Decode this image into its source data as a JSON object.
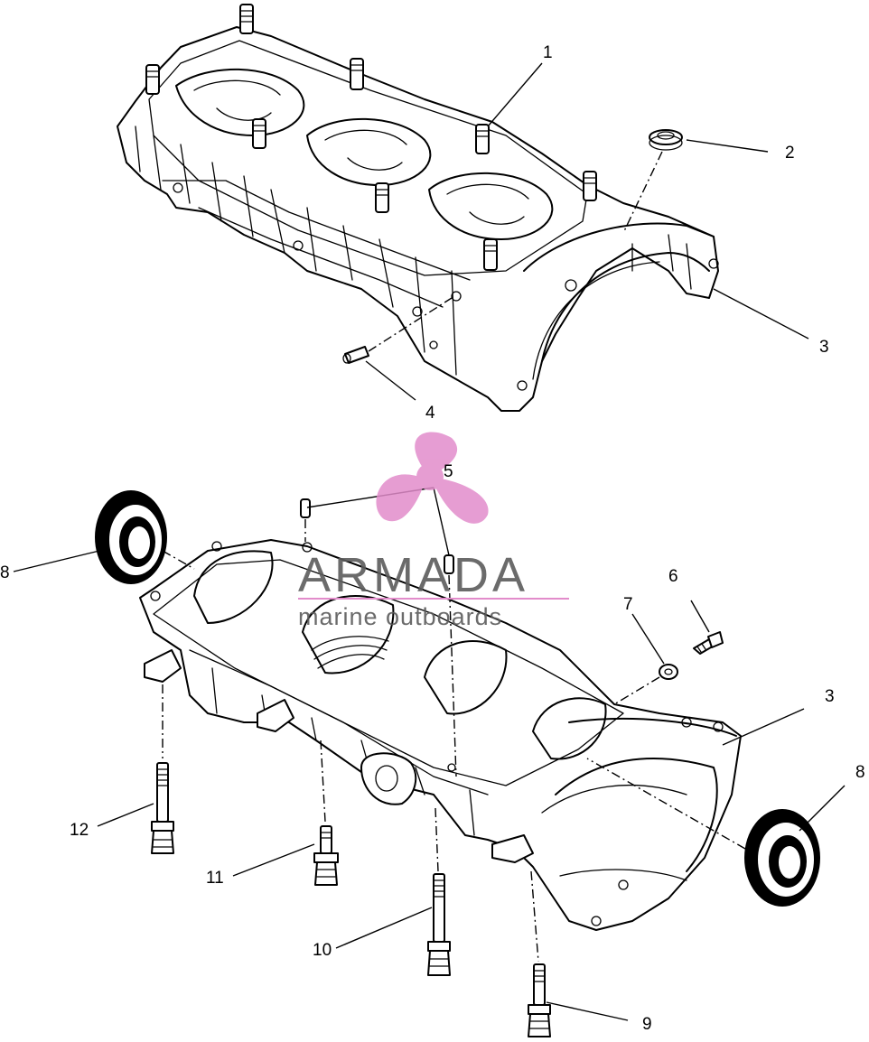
{
  "callouts": {
    "c1": "1",
    "c2": "2",
    "c3_top": "3",
    "c4": "4",
    "c5": "5",
    "c6": "6",
    "c7": "7",
    "c3_bottom": "3",
    "c8_left": "8",
    "c8_right": "8",
    "c9": "9",
    "c10": "10",
    "c11": "11",
    "c12": "12"
  },
  "watermark": {
    "brand": "ARMADA",
    "tagline": "marine outboards",
    "icon": "propeller-icon",
    "text_color": "#5b5b5b",
    "accent_color": "#e28ccb"
  }
}
